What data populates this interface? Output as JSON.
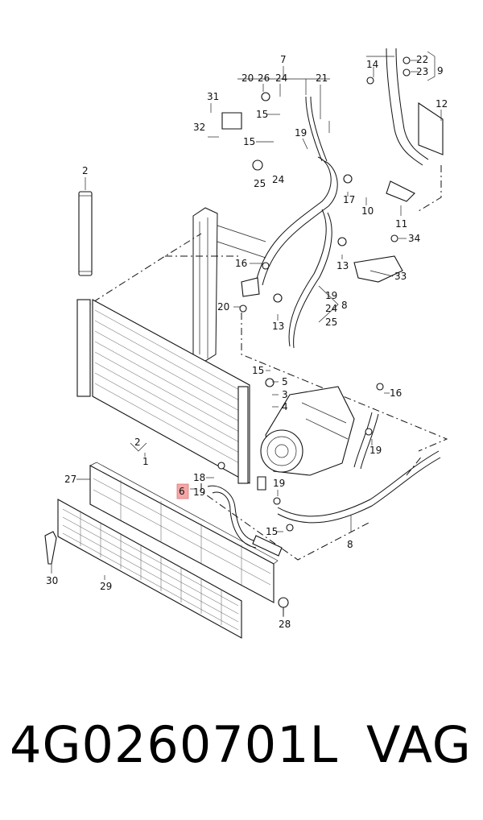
{
  "diagram": {
    "callouts": [
      "1",
      "2",
      "2",
      "3",
      "4",
      "5",
      "6",
      "7",
      "8",
      "8",
      "9",
      "10",
      "11",
      "12",
      "13",
      "13",
      "14",
      "15",
      "15",
      "15",
      "15",
      "16",
      "16",
      "17",
      "18",
      "19",
      "19",
      "19",
      "19",
      "19",
      "20",
      "20",
      "21",
      "22",
      "23",
      "24",
      "24",
      "24",
      "25",
      "25",
      "26",
      "27",
      "28",
      "29",
      "30",
      "31",
      "32",
      "33",
      "34"
    ],
    "highlighted_callout": "6",
    "highlight_color": "#f4a6a6"
  },
  "footer": {
    "part_number": "4G0260701L",
    "brand": "VAG"
  }
}
